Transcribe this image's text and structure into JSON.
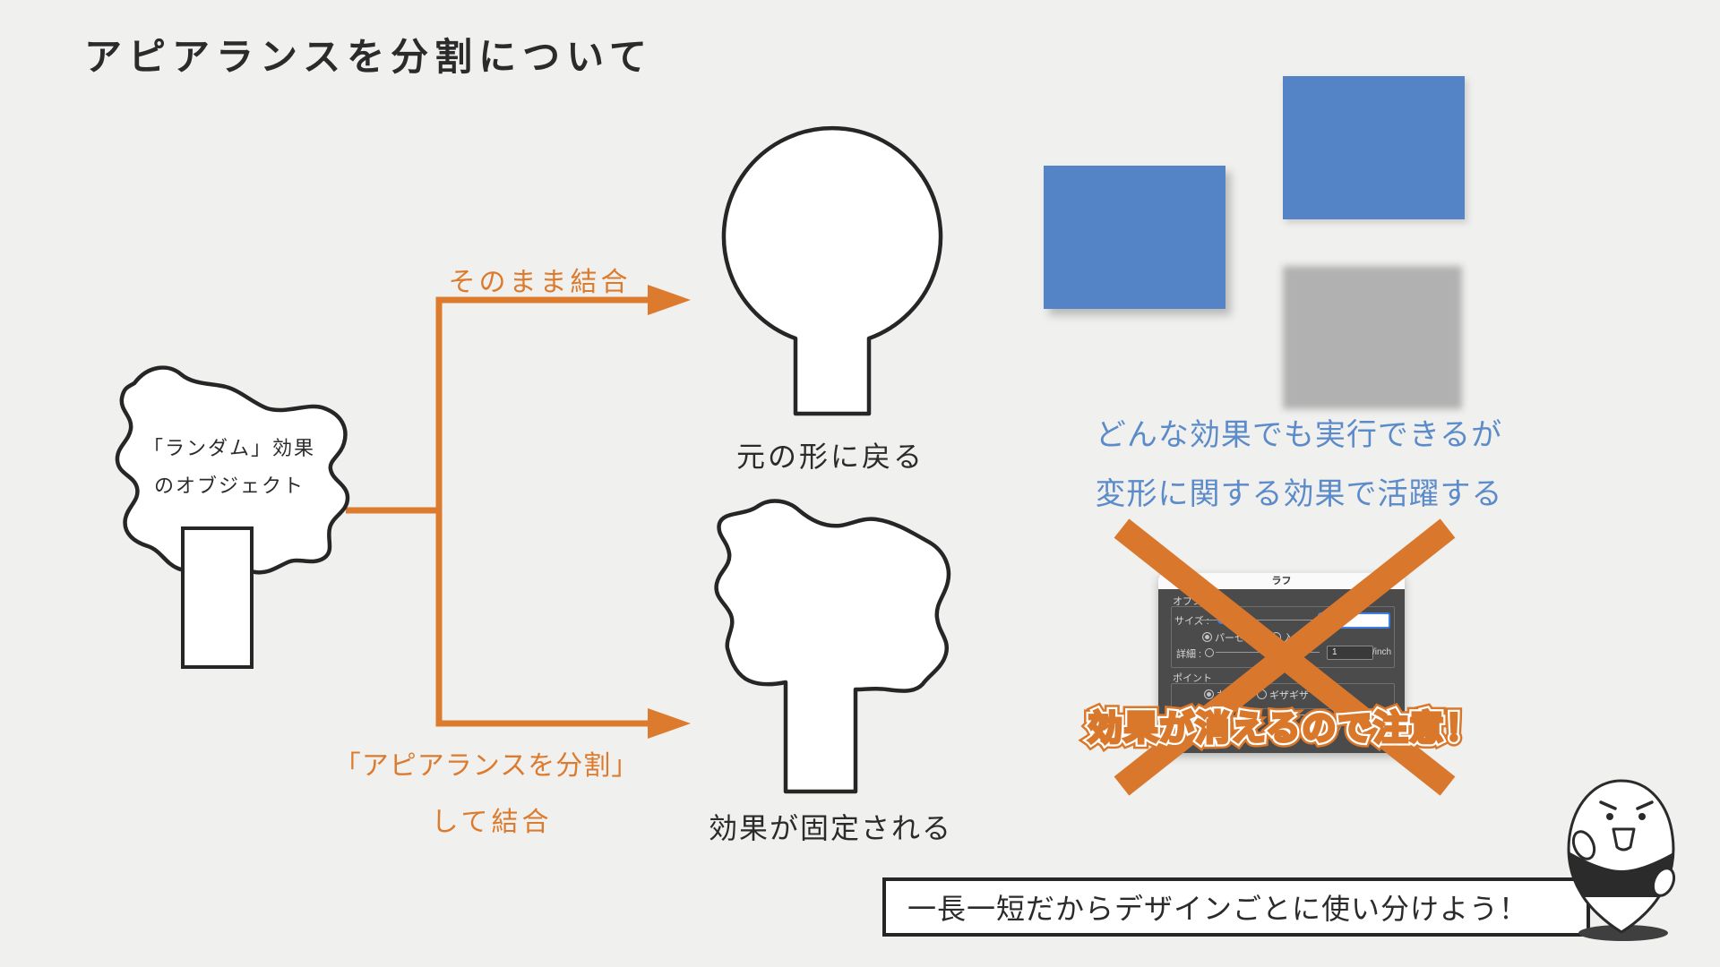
{
  "page": {
    "title": "アピアランスを分割について",
    "background": "#F0F0EF"
  },
  "source_object": {
    "label_line1": "「ランダム」効果",
    "label_line2": "のオブジェクト"
  },
  "branches": {
    "top": {
      "label": "そのまま結合",
      "result_caption": "元の形に戻る"
    },
    "bottom": {
      "label_line1": "「アピアランスを分割」",
      "label_line2": "して結合",
      "result_caption": "効果が固定される"
    }
  },
  "right_note": {
    "line1": "どんな効果でも実行できるが",
    "line2": "変形に関する効果で活躍する"
  },
  "dialog": {
    "title": "ラフ",
    "options_group": "オプション",
    "size_label": "サイズ :",
    "percent_radio": "パーセント",
    "input_radio": "入力値",
    "detail_label": "詳細 :",
    "detail_value": "1",
    "detail_unit": "/inch",
    "points_group": "ポイント",
    "round_radio": "丸く",
    "jagged_radio": "ギザギザ"
  },
  "warning": {
    "text": "効果が消えるので注意！"
  },
  "footer": {
    "note": "一長一短だからデザインごとに使い分けよう！"
  },
  "colors": {
    "orange": "#DC7B2E",
    "blue_fill": "#5584C6",
    "blue_text": "#5C8BC9",
    "gray_fill": "#B1B1B1",
    "dark": "#2B2B2B",
    "panel": "#4B4B4B",
    "background": "#F0F0EF"
  }
}
